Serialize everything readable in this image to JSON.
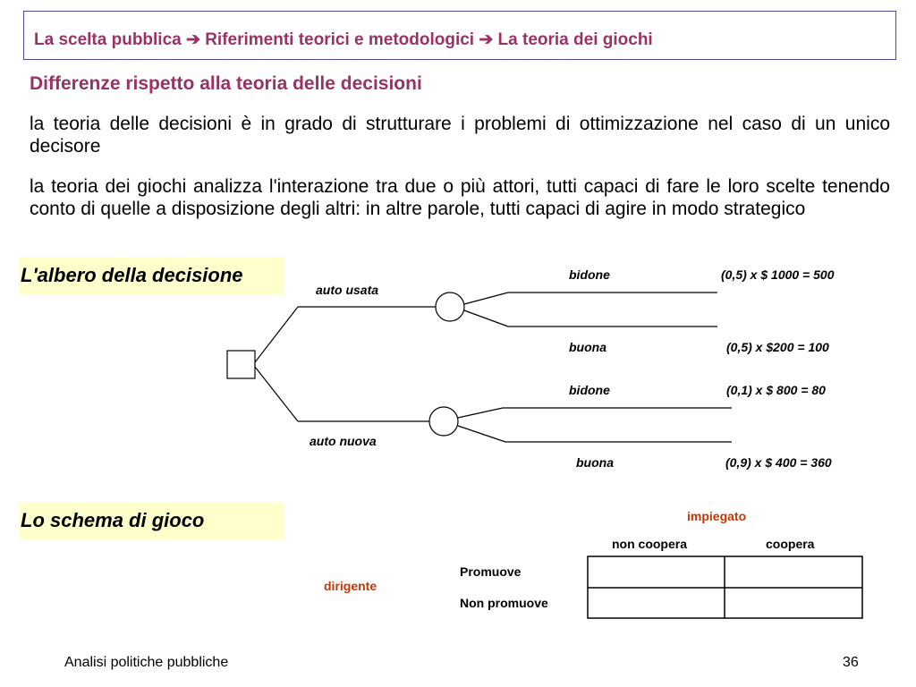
{
  "header": {
    "title": "La scelta pubblica ➔ Riferimenti teorici e metodologici ➔ La teoria dei giochi"
  },
  "content": {
    "subheading": "Differenze rispetto alla teoria delle decisioni",
    "paragraph_1": "la teoria delle decisioni è in grado di strutturare i problemi di ottimizzazione nel caso di un unico decisore",
    "paragraph_2": "la teoria dei giochi analizza l'interazione tra due o più attori, tutti capaci di fare le loro scelte tenendo conto di quelle a disposizione degli altri: in altre parole, tutti capaci di agire in modo strategico"
  },
  "decision_tree": {
    "label": "L'albero della decisione",
    "branch_used": "auto usata",
    "branch_new": "auto nuova",
    "outcomes": [
      {
        "name": "bidone",
        "calc": "(0,5) x $ 1000 = 500"
      },
      {
        "name": "buona",
        "calc": "(0,5) x  $200 = 100"
      },
      {
        "name": "bidone",
        "calc": "(0,1) x  $ 800 = 80"
      },
      {
        "name": "buona",
        "calc": "(0,9) x  $ 400 = 360"
      }
    ]
  },
  "game_scheme": {
    "label": "Lo schema di gioco",
    "player_column": "impiegato",
    "player_row": "dirigente",
    "col_headers": [
      "non coopera",
      "coopera"
    ],
    "row_headers": [
      "Promuove",
      "Non promuove"
    ],
    "accent_color": "#cc3300"
  },
  "footer": {
    "left": "Analisi politiche pubbliche",
    "page_number": "36"
  }
}
